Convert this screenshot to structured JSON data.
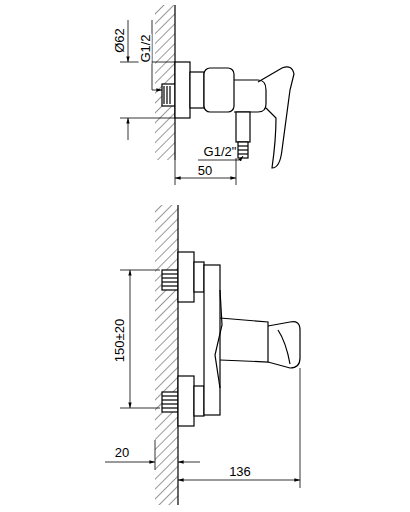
{
  "diagram": {
    "labels": [
      "Ø62",
      "G1/2",
      "G1/2\"",
      "50",
      "150±20",
      "20",
      "136"
    ]
  }
}
